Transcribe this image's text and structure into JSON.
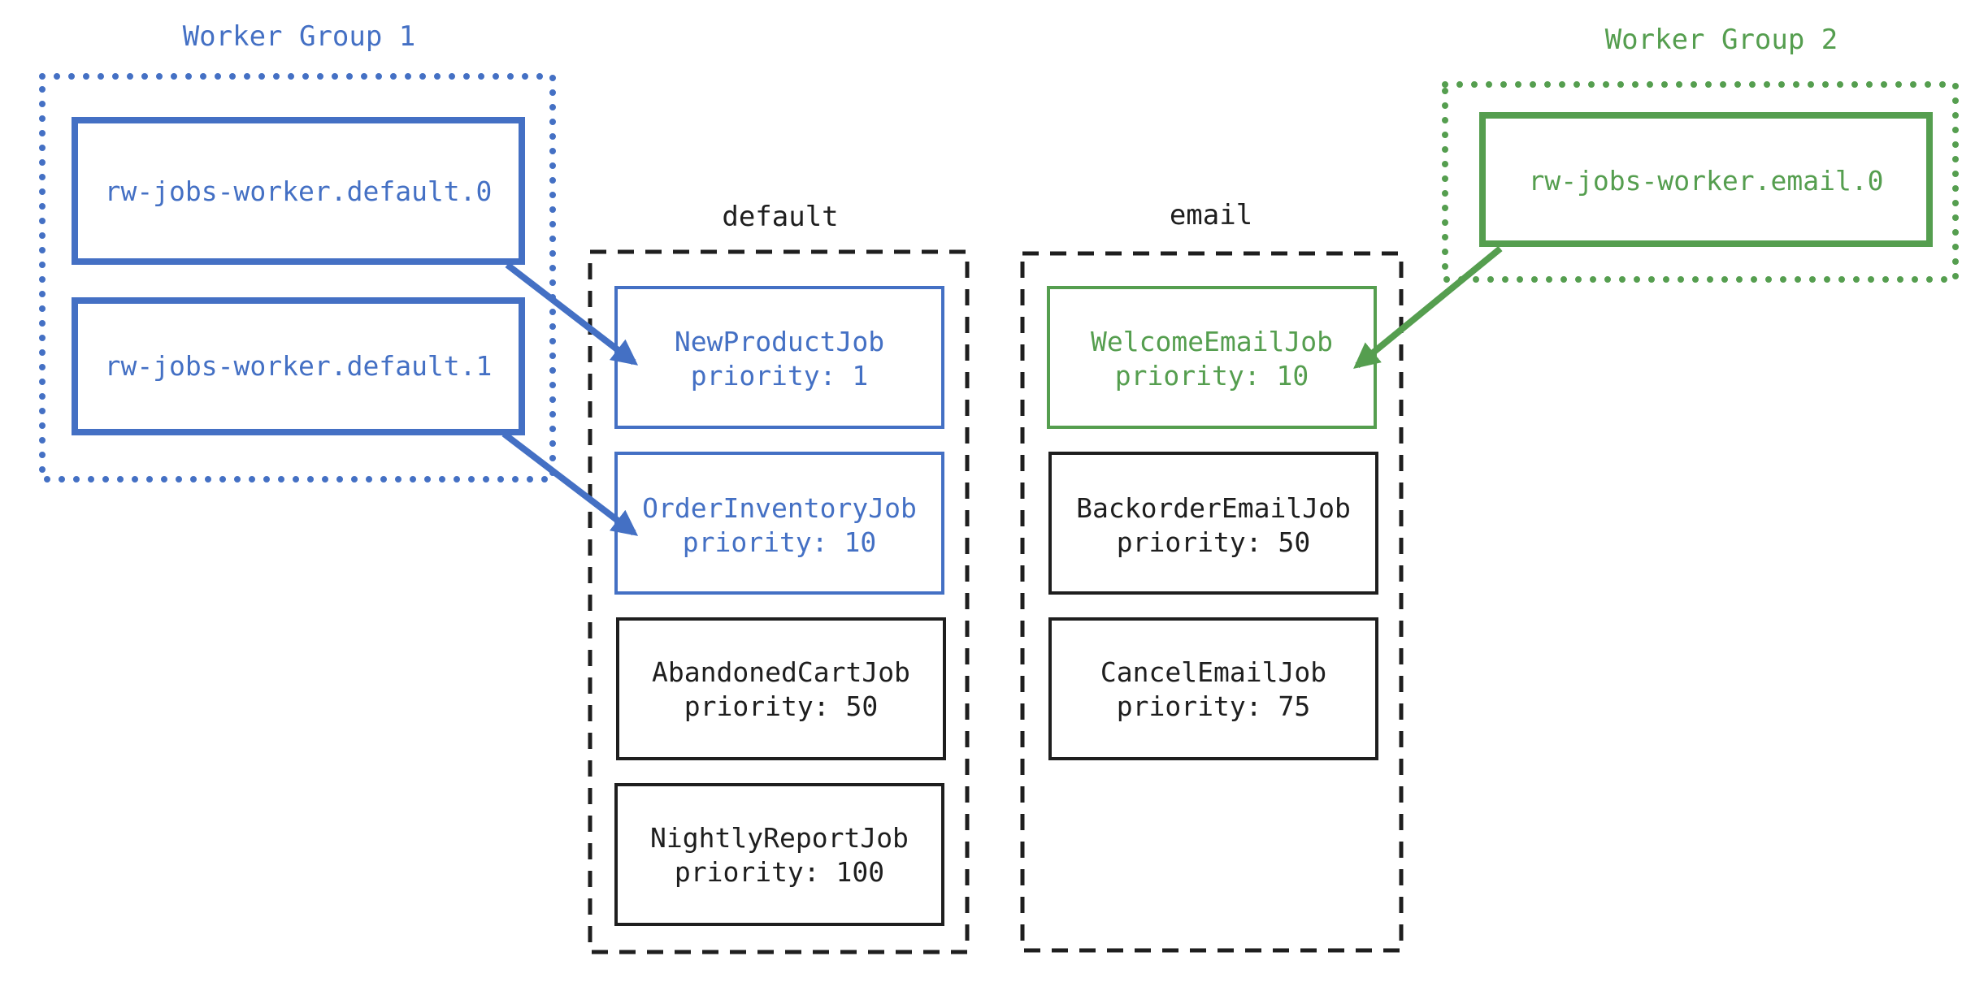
{
  "colors": {
    "blue": "#4470c4",
    "green": "#559e4f",
    "black": "#1e1e1e",
    "background": "#ffffff"
  },
  "worker_groups": {
    "group1": {
      "title": "Worker Group 1",
      "workers": [
        "rw-jobs-worker.default.0",
        "rw-jobs-worker.default.1"
      ]
    },
    "group2": {
      "title": "Worker Group 2",
      "workers": [
        "rw-jobs-worker.email.0"
      ]
    }
  },
  "queues": {
    "default": {
      "title": "default",
      "jobs": [
        {
          "name": "NewProductJob",
          "priority": "priority: 1"
        },
        {
          "name": "OrderInventoryJob",
          "priority": "priority: 10"
        },
        {
          "name": "AbandonedCartJob",
          "priority": "priority: 50"
        },
        {
          "name": "NightlyReportJob",
          "priority": "priority: 100"
        }
      ]
    },
    "email": {
      "title": "email",
      "jobs": [
        {
          "name": "WelcomeEmailJob",
          "priority": "priority: 10"
        },
        {
          "name": "BackorderEmailJob",
          "priority": "priority: 50"
        },
        {
          "name": "CancelEmailJob",
          "priority": "priority: 75"
        }
      ]
    }
  }
}
